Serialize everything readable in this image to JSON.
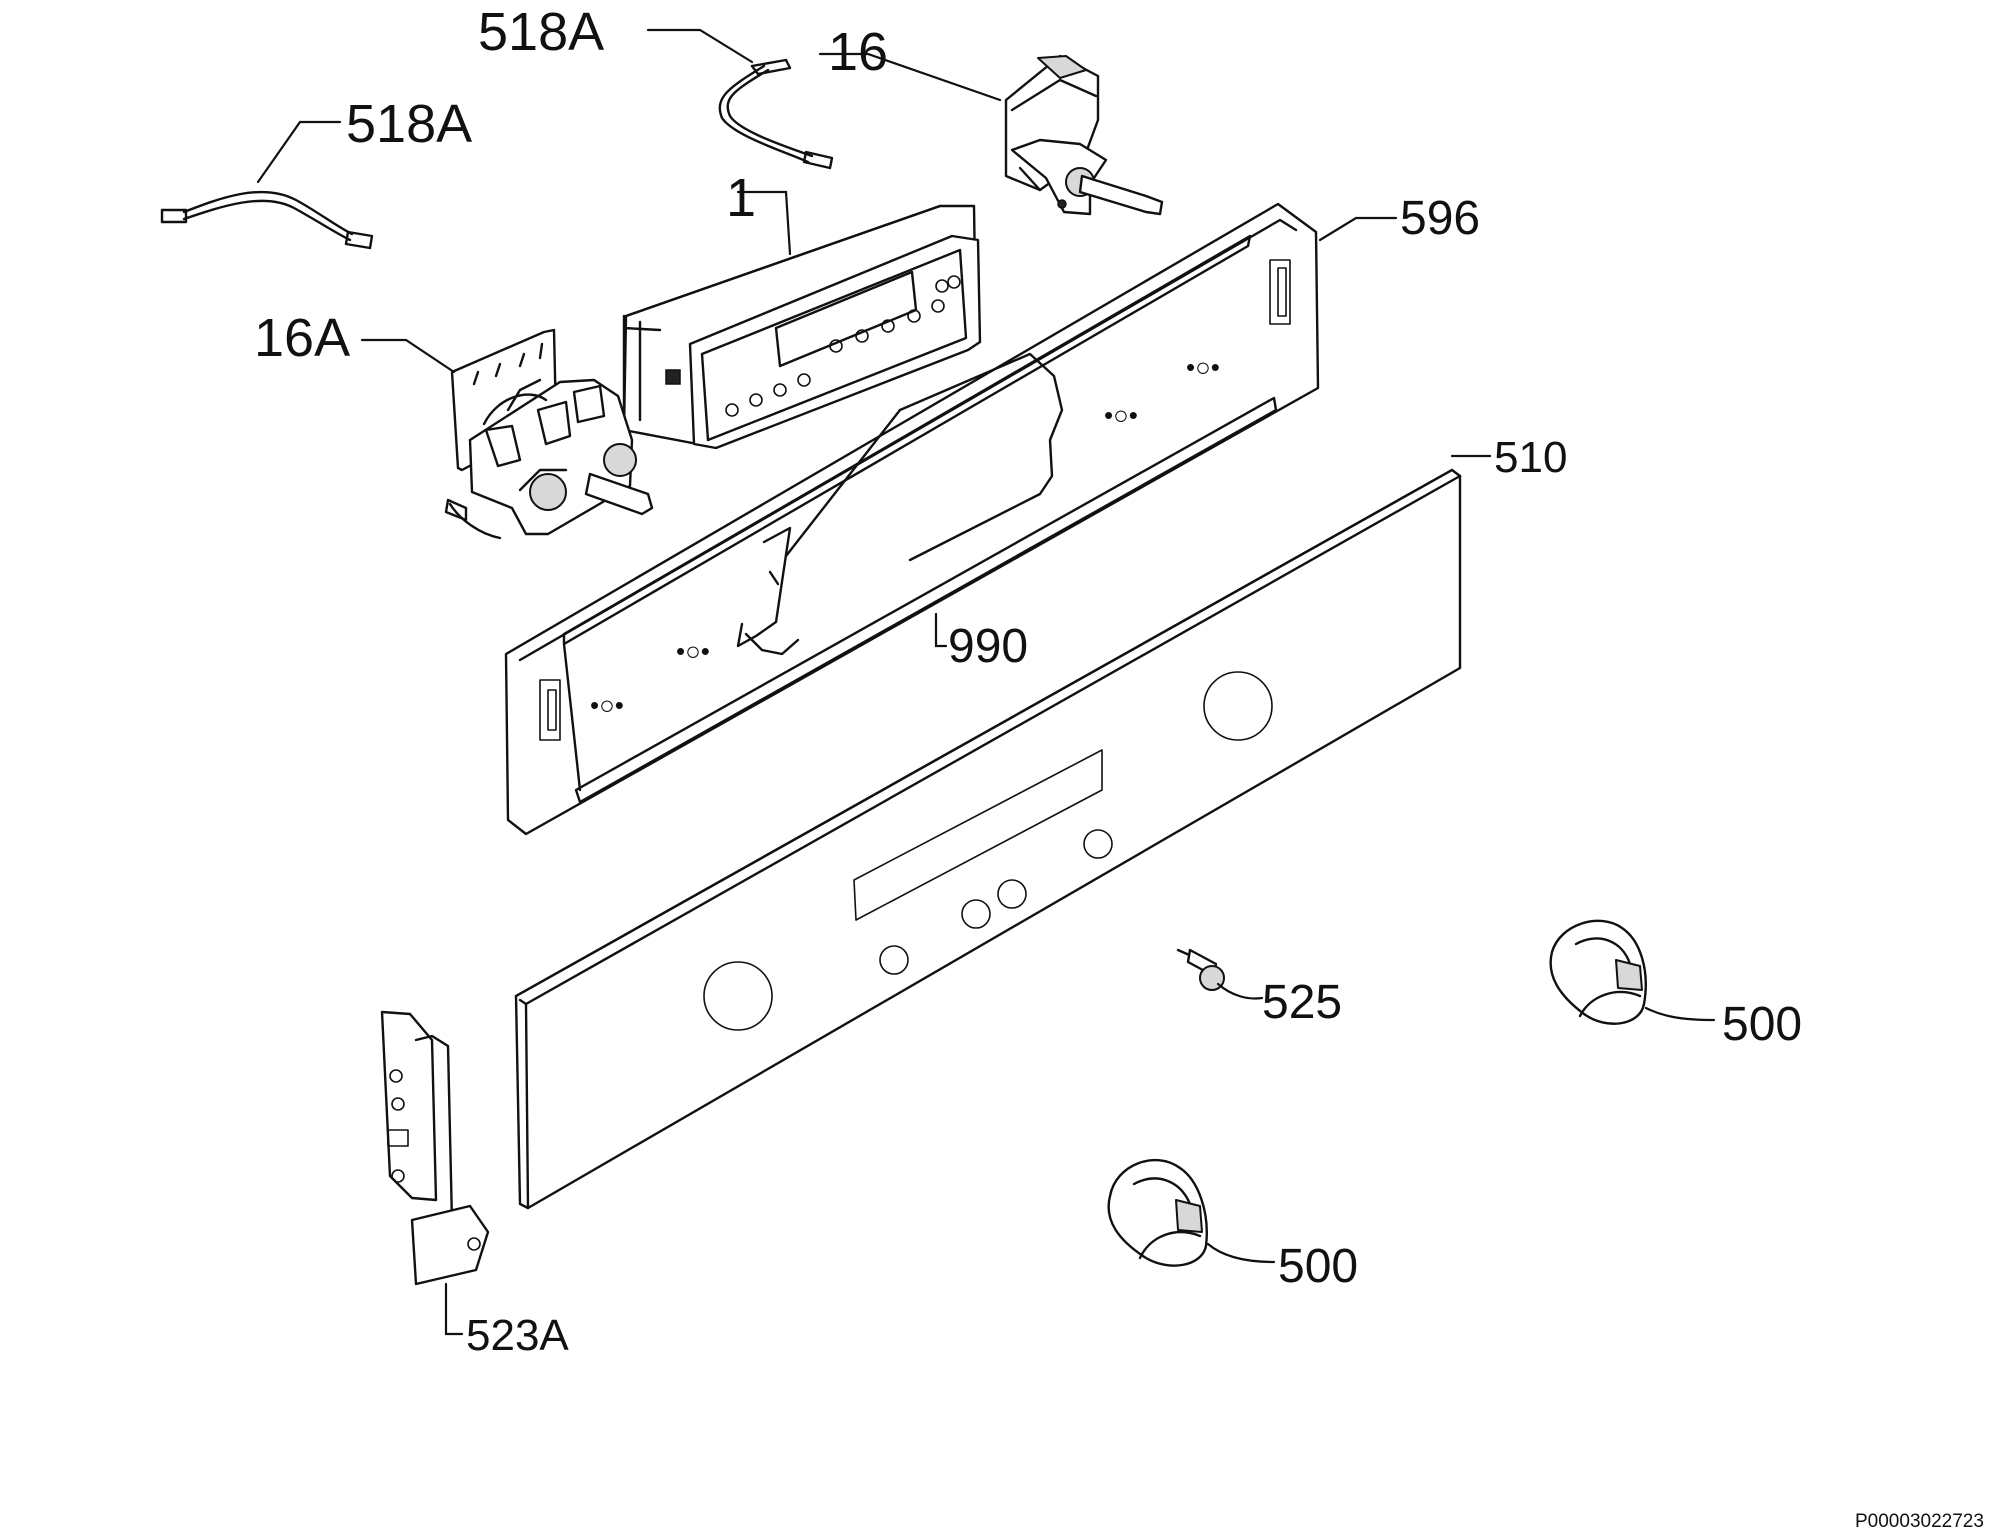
{
  "labels": {
    "wire_top": "518A",
    "wire_left": "518A",
    "switch": "16",
    "display": "1",
    "panel_frame": "596",
    "selector": "16A",
    "front_panel": "510",
    "pcb_board": "990",
    "pin": "525",
    "knob_right": "500",
    "knob_bottom": "500",
    "bracket": "523A"
  },
  "drawing_ref": "P00003022723"
}
